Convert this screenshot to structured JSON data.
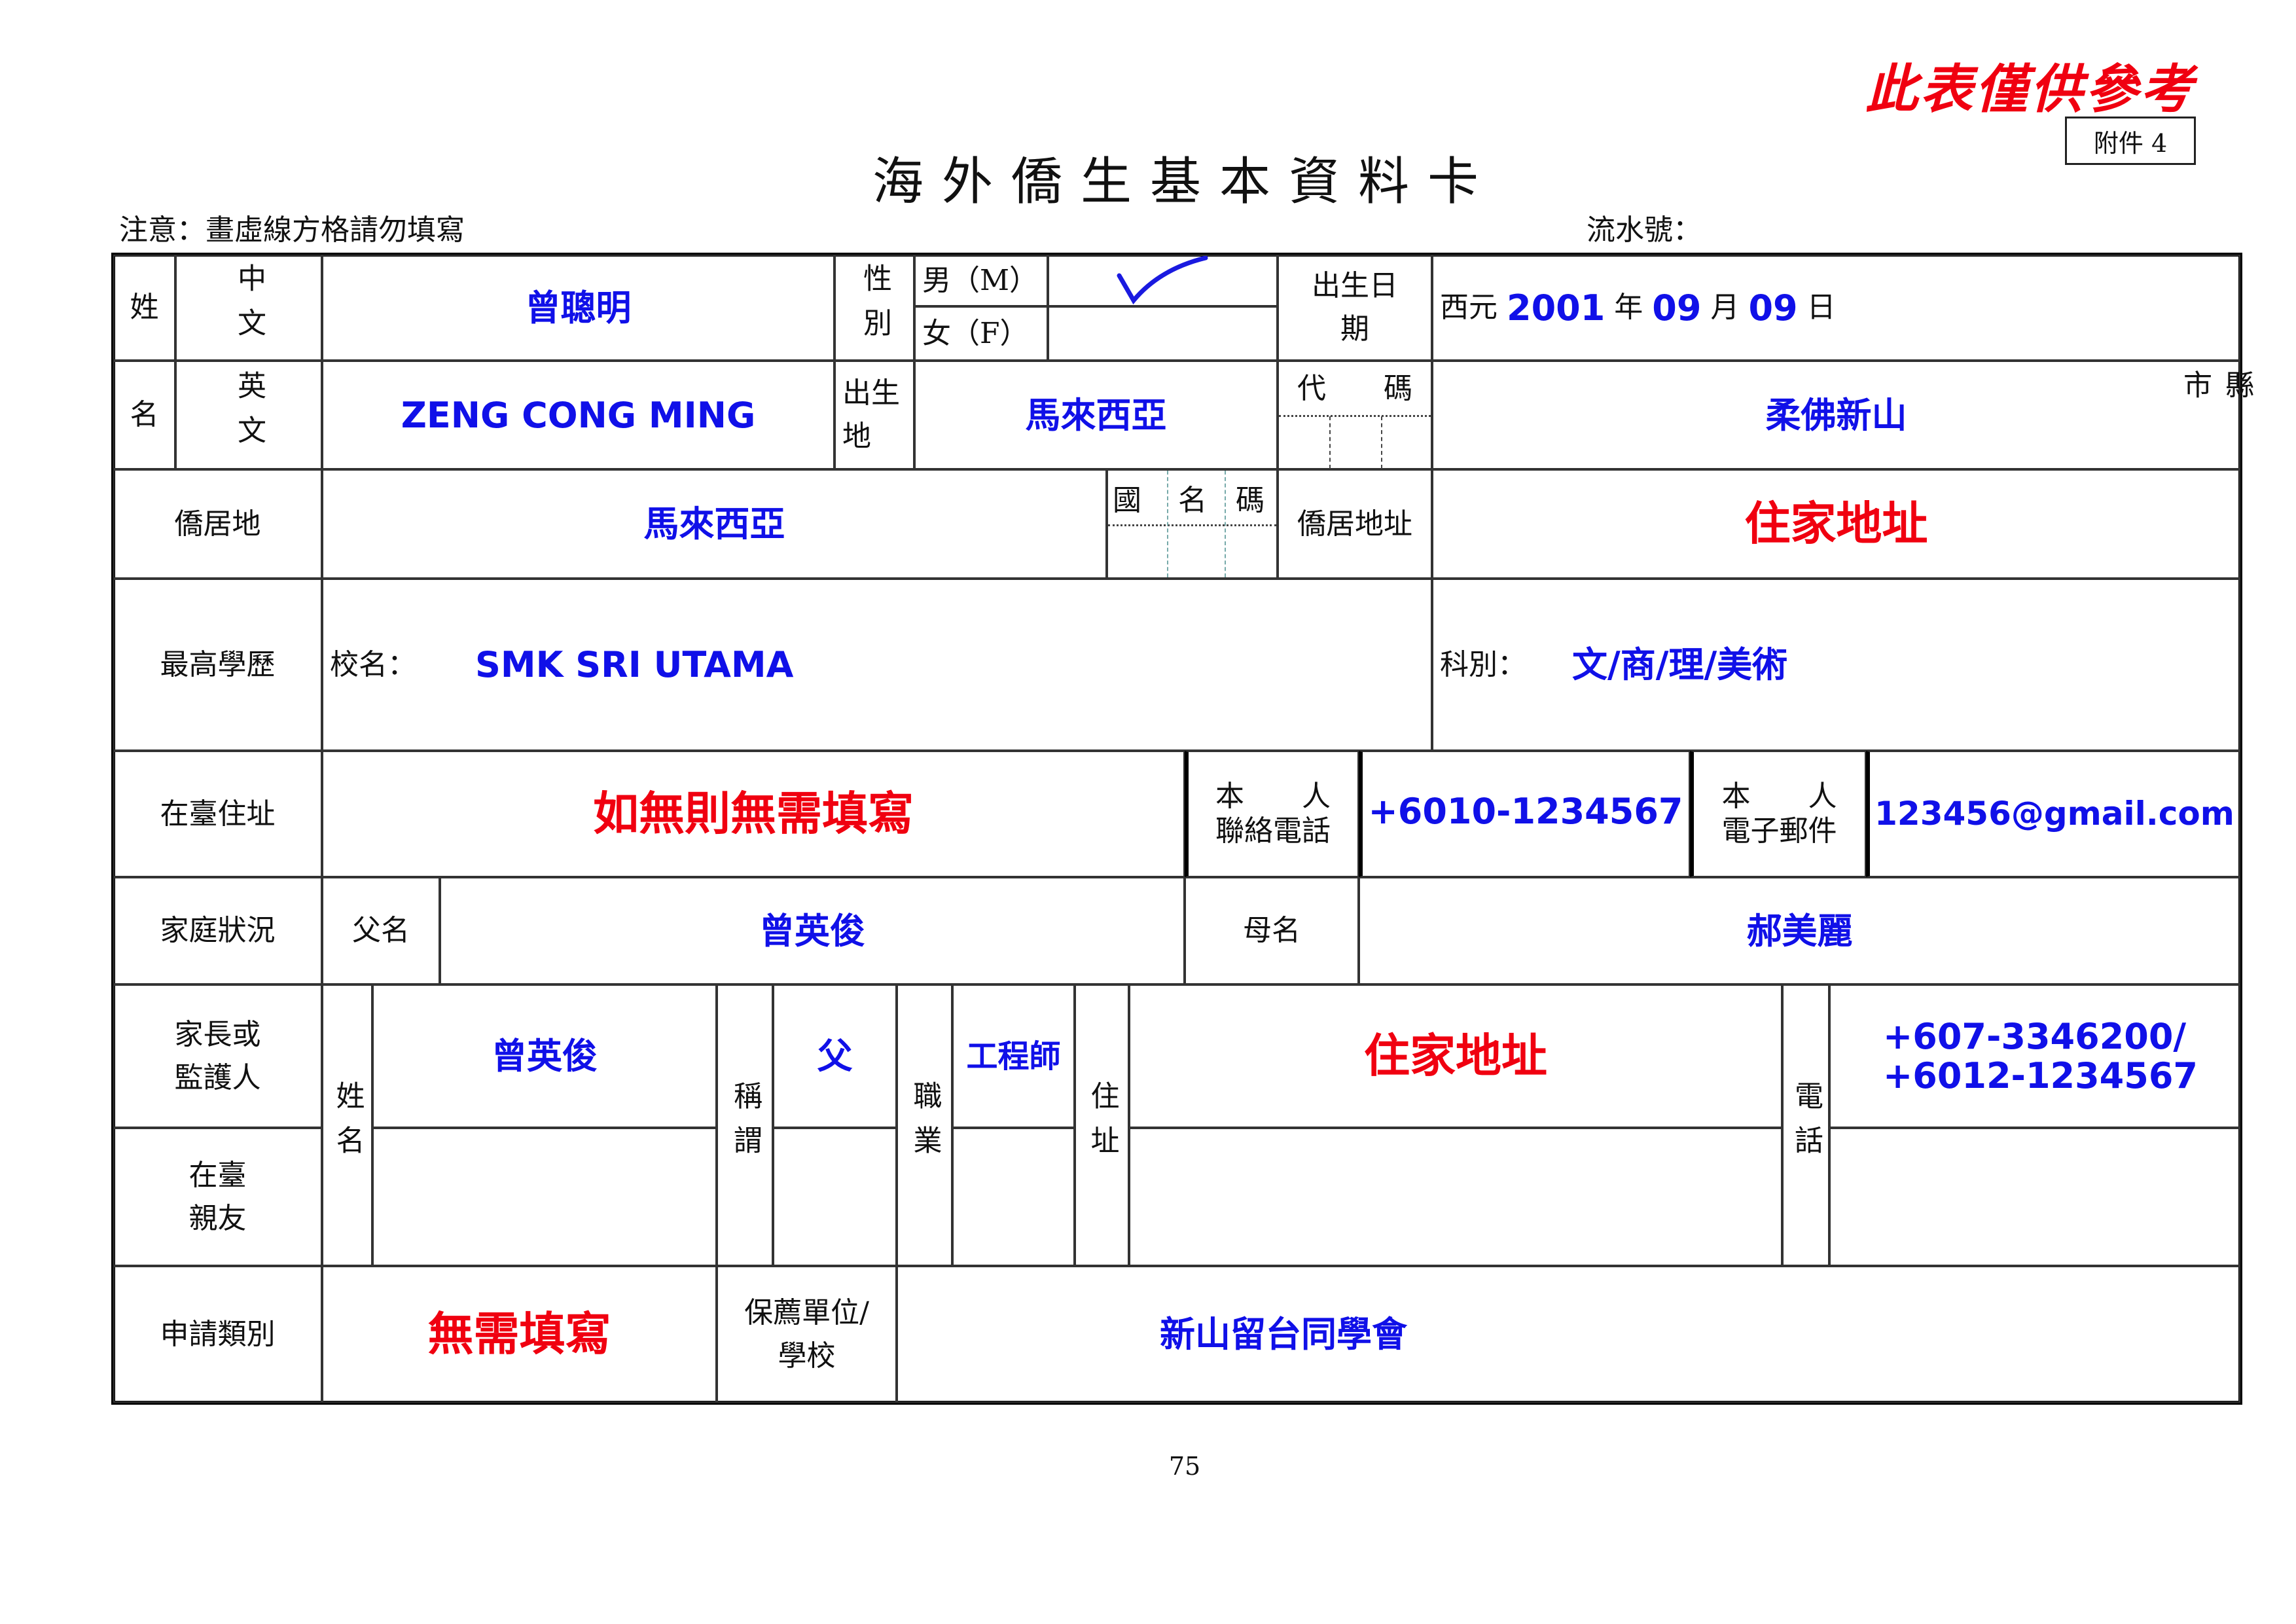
{
  "header": {
    "reference_only": "此表僅供參考",
    "attachment": "附件 4",
    "title": "海外僑生基本資料卡",
    "notice": "注意：畫虛線方格請勿填寫",
    "serial_label": "流水號："
  },
  "labels": {
    "surname": "姓",
    "given": "名",
    "chinese": "中文",
    "english": "英文",
    "gender": "性別",
    "male": "男（M）",
    "female": "女（F）",
    "birth_date": "出生日期",
    "birthplace": "出生地",
    "code": "代　　碼",
    "county_city": "縣市",
    "residence": "僑居地",
    "country_code": [
      "國",
      "名",
      "碼"
    ],
    "residence_address": "僑居地址",
    "education": "最高學歷",
    "school": "校名：",
    "department": "科別：",
    "taiwan_address": "在臺住址",
    "own_phone_top": "本　　人",
    "own_phone_bottom": "聯絡電話",
    "own_email_top": "本　　人",
    "own_email_bottom": "電子郵件",
    "family": "家庭狀況",
    "father": "父名",
    "mother": "母名",
    "guardian": "家長或監護人",
    "taiwan_relative": "在臺親友",
    "name": "姓名",
    "relation": "稱謂",
    "occupation": "職業",
    "address": "住址",
    "phone": "電話",
    "application_type": "申請類別",
    "sponsor": "保薦單位/學校",
    "date_prefix": "西元",
    "year": "年",
    "month": "月",
    "day": "日"
  },
  "values": {
    "chinese_name": "曾聰明",
    "english_name": "ZENG CONG MING",
    "gender_selected": "male",
    "birth_year": "2001",
    "birth_month": "09",
    "birth_day": "09",
    "birthplace": "馬來西亞",
    "birth_city": "柔佛新山",
    "residence": "馬來西亞",
    "residence_address": "住家地址",
    "school": "SMK SRI UTAMA",
    "department": "文/商/理/美術",
    "taiwan_address": "如無則無需填寫",
    "own_phone": "+6010-1234567",
    "own_email": "123456@gmail.com",
    "father": "曾英俊",
    "mother": "郝美麗",
    "guardian_name": "曾英俊",
    "guardian_relation": "父",
    "guardian_occupation": "工程師",
    "guardian_address": "住家地址",
    "guardian_phone_1": "+607-3346200/",
    "guardian_phone_2": "+6012-1234567",
    "application_type": "無需填寫",
    "sponsor": "新山留台同學會"
  },
  "footer": {
    "page_number": "75"
  },
  "colors": {
    "fill_blue": "#1010e8",
    "fill_red": "#f00010"
  }
}
